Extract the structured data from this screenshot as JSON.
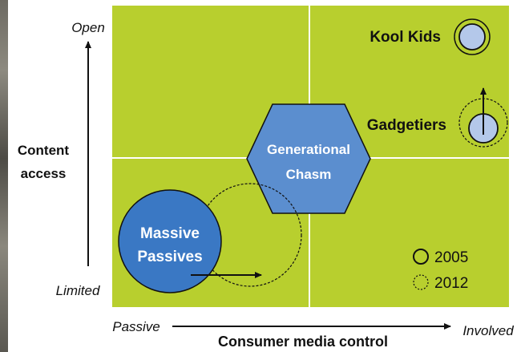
{
  "axis": {
    "y_top": "Open",
    "y_bottom": "Limited",
    "y_label_line1": "Content",
    "y_label_line2": "access",
    "x_left": "Passive",
    "x_right": "Involved",
    "x_label": "Consumer media control"
  },
  "segments": {
    "kool_kids": "Kool Kids",
    "gadgetiers": "Gadgetiers",
    "generational_chasm_line1": "Generational",
    "generational_chasm_line2": "Chasm",
    "massive_passives_line1": "Massive",
    "massive_passives_line2": "Passives"
  },
  "legend": {
    "item_2005": "2005",
    "item_2012": "2012"
  },
  "colors": {
    "quadrant_fill": "#b8cf2e",
    "divider": "#ffffff",
    "bubble_blue": "#3a78c4",
    "bubble_light": "#b4c8ea",
    "hexagon": "#5b8ecf"
  }
}
